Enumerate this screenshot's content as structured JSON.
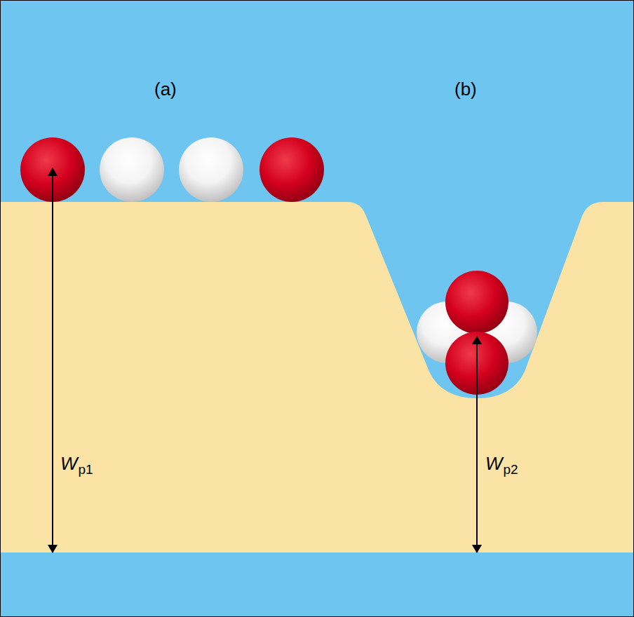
{
  "diagram": {
    "labels": [
      "(a)",
      "(b)",
      "W",
      "p1",
      "W",
      "p2"
    ]
  }
}
